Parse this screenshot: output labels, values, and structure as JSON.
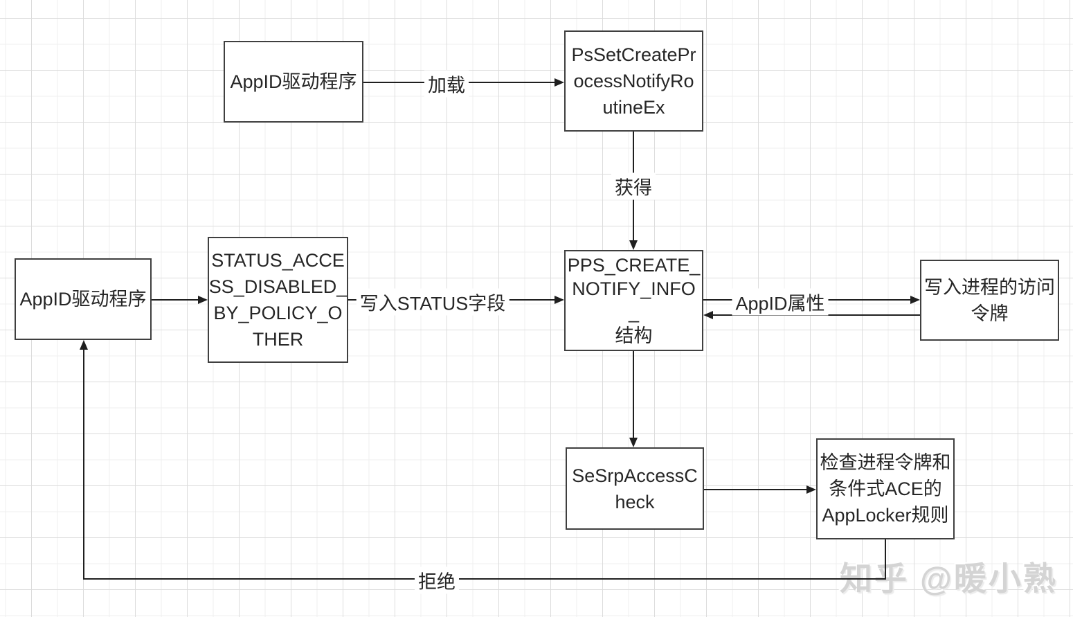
{
  "nodes": {
    "appid_driver_top": {
      "label": "AppID驱动程序"
    },
    "ps_set_create": {
      "label": "PsSetCreatePr\nocessNotifyRo\nutineEx"
    },
    "pps_create_notify": {
      "label": "PPS_CREATE_\nNOTIFY_INFO\n_\n结构"
    },
    "appid_driver_left": {
      "label": "AppID驱动程序"
    },
    "status_access": {
      "label": "STATUS_ACCE\nSS_DISABLED_\nBY_POLICY_O\nTHER"
    },
    "write_token": {
      "label": "写入进程的访问\n令牌"
    },
    "sesrp_access": {
      "label": "SeSrpAccessC\nheck"
    },
    "check_rules": {
      "label": "检查进程令牌和\n条件式ACE的\nAppLocker规则"
    }
  },
  "edges": {
    "load": {
      "label": "加载"
    },
    "obtain": {
      "label": "获得"
    },
    "write_status": {
      "label": "写入STATUS字段"
    },
    "appid_attr": {
      "label": "AppID属性"
    },
    "deny": {
      "label": "拒绝"
    }
  },
  "watermark": {
    "text": "知乎 @暖小熟"
  },
  "colors": {
    "background": "#ffffff",
    "grid_minor": "#efefef",
    "grid_major": "#dcdcdc",
    "box_border": "#3f3f3f",
    "line": "#1f1f1f",
    "text": "#262626",
    "watermark": "#d4d4d4"
  }
}
